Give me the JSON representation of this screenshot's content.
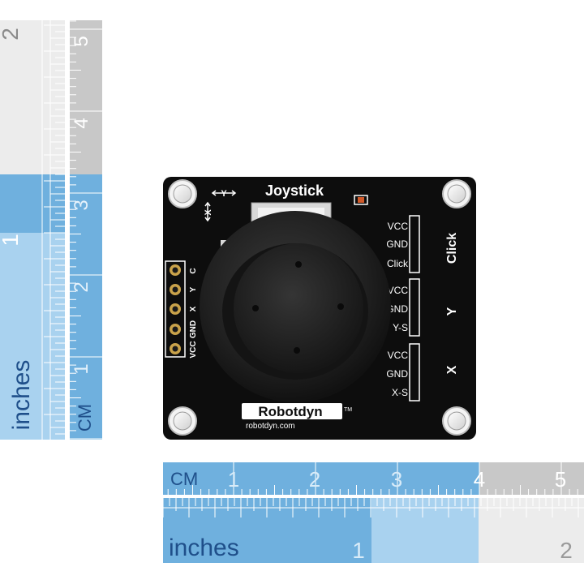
{
  "rulers": {
    "vertical_inch": {
      "unit": "inches",
      "labels": [
        "1",
        "2"
      ]
    },
    "vertical_cm": {
      "unit": "CM",
      "labels": [
        "1",
        "2",
        "3",
        "4",
        "5"
      ]
    },
    "horizontal_cm": {
      "unit": "CM",
      "labels": [
        "1",
        "2",
        "3",
        "4",
        "5"
      ]
    },
    "horizontal_inch": {
      "unit": "inches",
      "labels": [
        "1",
        "2"
      ]
    }
  },
  "board": {
    "title": "Joystick",
    "axis_y": "Y",
    "axis_x": "X",
    "brand": "Robotdyn",
    "trademark": "TM",
    "website": "robotdyn.com",
    "left_header_labels": [
      "C",
      "Y",
      "X",
      "GND",
      "VCC"
    ],
    "right_header_labels": [
      "VCC",
      "GND",
      "Click",
      "VCC",
      "GND",
      "Y-S",
      "VCC",
      "GND",
      "X-S"
    ],
    "right_group_labels": [
      "Click",
      "Y",
      "X"
    ]
  },
  "colors": {
    "ruler_blue": "#6fb0de",
    "ruler_light_blue": "#a9d2ef",
    "ruler_grey": "#c8c8c8",
    "pcb": "#0d0d0d",
    "pin_gold": "#c9a24a"
  }
}
